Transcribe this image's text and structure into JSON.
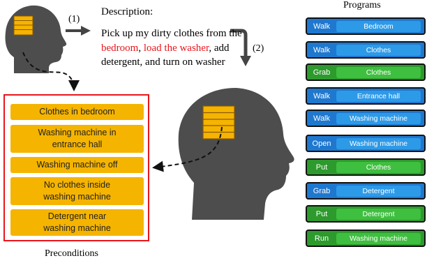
{
  "description": {
    "title": "Description:",
    "segments": [
      {
        "text": "Pick up my dirty clothes from the ",
        "highlight": false
      },
      {
        "text": "bedroom",
        "highlight": true
      },
      {
        "text": ", ",
        "highlight": false
      },
      {
        "text": "load the washer",
        "highlight": true
      },
      {
        "text": ", add detergent, and turn on washer",
        "highlight": false
      }
    ]
  },
  "steps": {
    "one": "(1)",
    "two": "(2)"
  },
  "programs": {
    "title": "Programs",
    "items": [
      {
        "action": "Walk",
        "target": "Bedroom",
        "color": "blue"
      },
      {
        "action": "Walk",
        "target": "Clothes",
        "color": "blue"
      },
      {
        "action": "Grab",
        "target": "Clothes",
        "color": "green"
      },
      {
        "action": "Walk",
        "target": "Entrance hall",
        "color": "blue"
      },
      {
        "action": "Walk",
        "target": "Washing machine",
        "color": "blue"
      },
      {
        "action": "Open",
        "target": "Washing machine",
        "color": "blue"
      },
      {
        "action": "Put",
        "target": "Clothes",
        "color": "green"
      },
      {
        "action": "Grab",
        "target": "Detergent",
        "color": "blue"
      },
      {
        "action": "Put",
        "target": "Detergent",
        "color": "green"
      },
      {
        "action": "Run",
        "target": "Washing machine",
        "color": "green"
      }
    ]
  },
  "preconditions": {
    "title": "Preconditions",
    "items": [
      "Clothes in bedroom",
      "Washing machine in\nentrance hall",
      "Washing machine off",
      "No clothes inside\nwashing machine",
      "Detergent near\nwashing machine"
    ]
  },
  "colors": {
    "highlight": "#e8161b",
    "precondition_fill": "#f5b400",
    "head": "#4d4d4d",
    "memory": "#f5b400",
    "program_blue": "#1f78cf",
    "program_green": "#2d9a2d"
  },
  "icons": [
    "small-head-icon",
    "large-head-icon",
    "memory-stack-icon"
  ]
}
